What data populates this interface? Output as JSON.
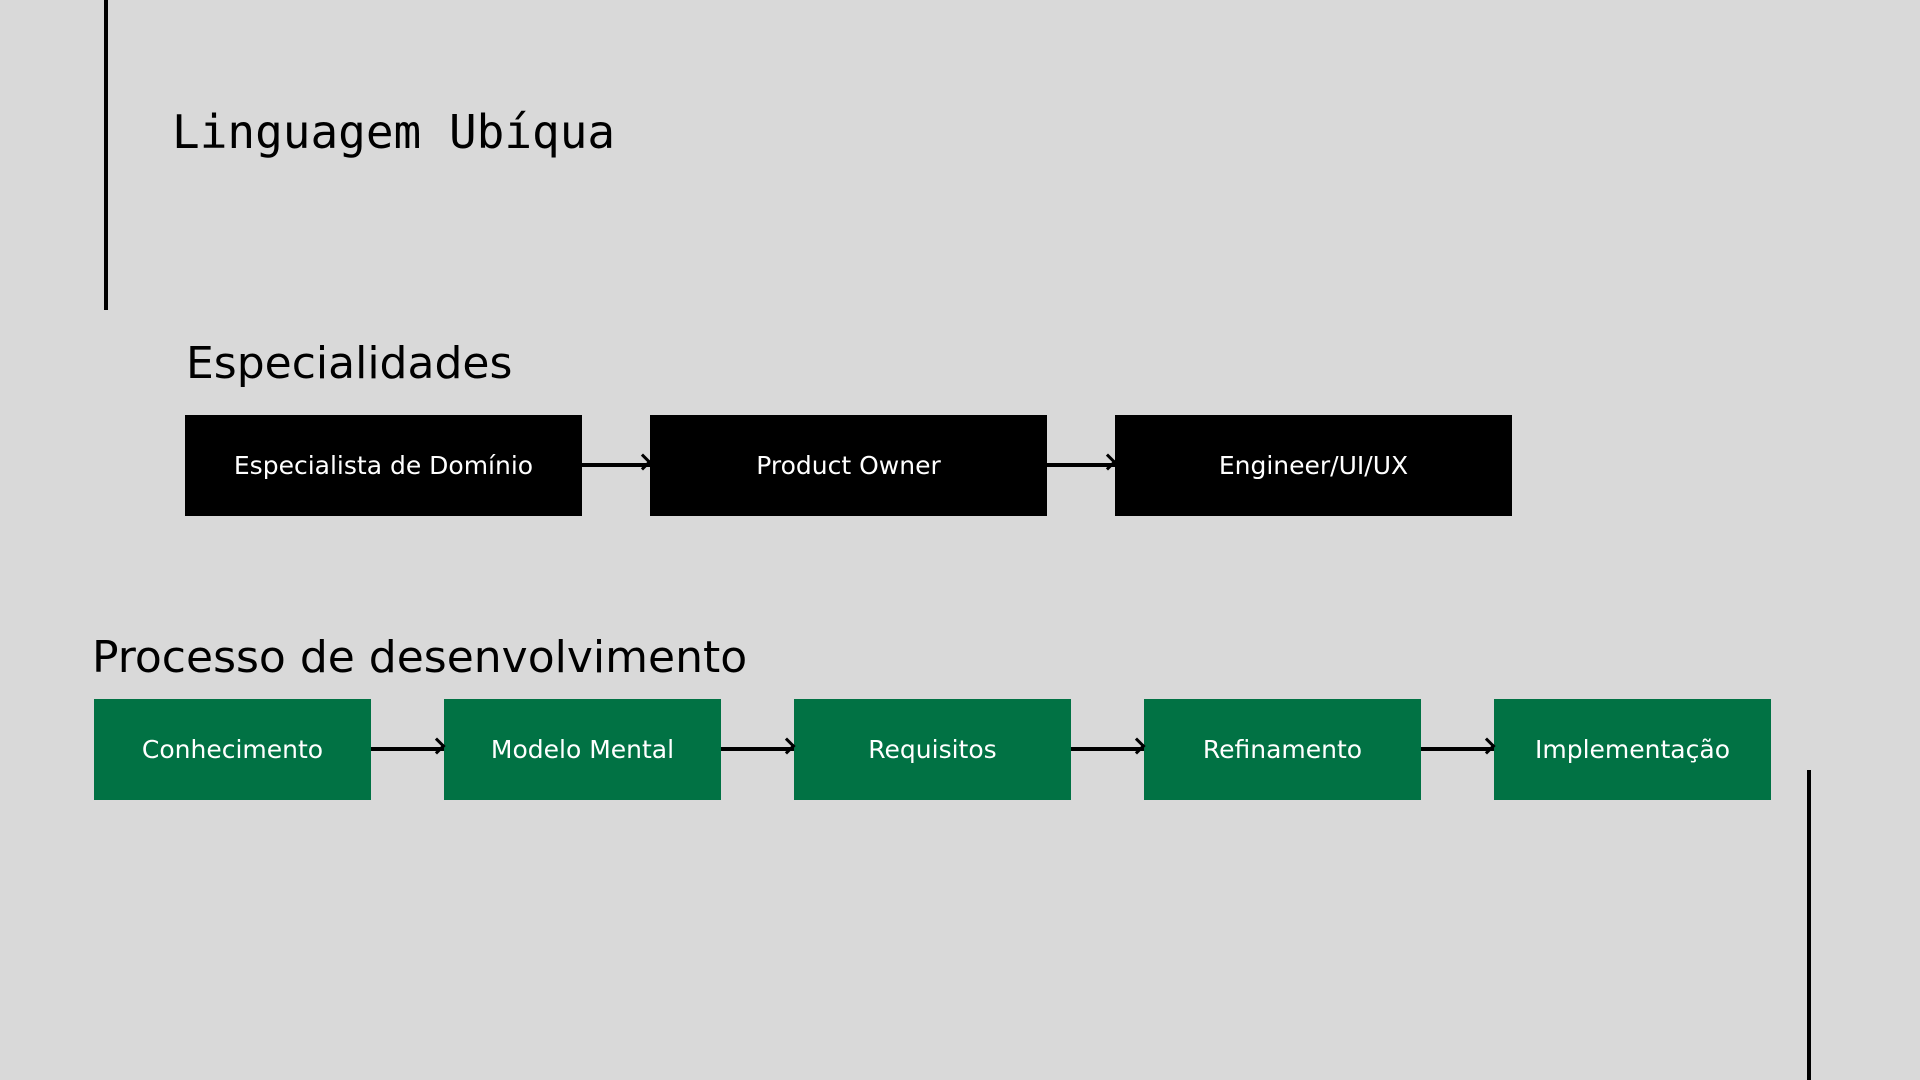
{
  "slide": {
    "title": "Linguagem Ubíqua"
  },
  "especialidades": {
    "title": "Especialidades",
    "steps": [
      "Especialista de Domínio",
      "Product Owner",
      "Engineer/UI/UX"
    ]
  },
  "processo": {
    "title": "Processo de desenvolvimento",
    "steps": [
      "Conhecimento",
      "Modelo Mental",
      "Requisitos",
      "Refinamento",
      "Implementação"
    ]
  },
  "colors": {
    "background": "#d9d9d9",
    "specialty_box": "#000000",
    "process_box": "#017244",
    "box_text": "#ffffff",
    "arrow": "#000000"
  },
  "icons": {
    "connector": "arrow-right-icon"
  }
}
